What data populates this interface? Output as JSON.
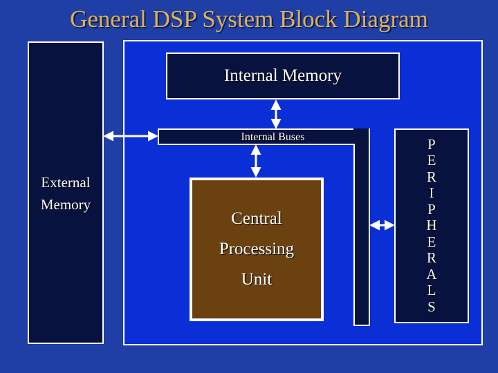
{
  "title": "General DSP System Block Diagram",
  "external_memory": {
    "line1": "External",
    "line2": "Memory"
  },
  "internal_memory": {
    "label": "Internal Memory"
  },
  "internal_buses": {
    "label": "Internal Buses"
  },
  "cpu": {
    "line1": "Central",
    "line2": "Processing",
    "line3": "Unit"
  },
  "peripherals": {
    "letters": [
      "P",
      "E",
      "R",
      "I",
      "P",
      "H",
      "E",
      "R",
      "A",
      "L",
      "S"
    ]
  },
  "colors": {
    "background": "#1f3fa6",
    "system_box": "#0b2fd6",
    "dark_block": "#07123f",
    "cpu_fill": "#6b4110",
    "title": "#e0b050",
    "arrow": "#ffffff"
  }
}
